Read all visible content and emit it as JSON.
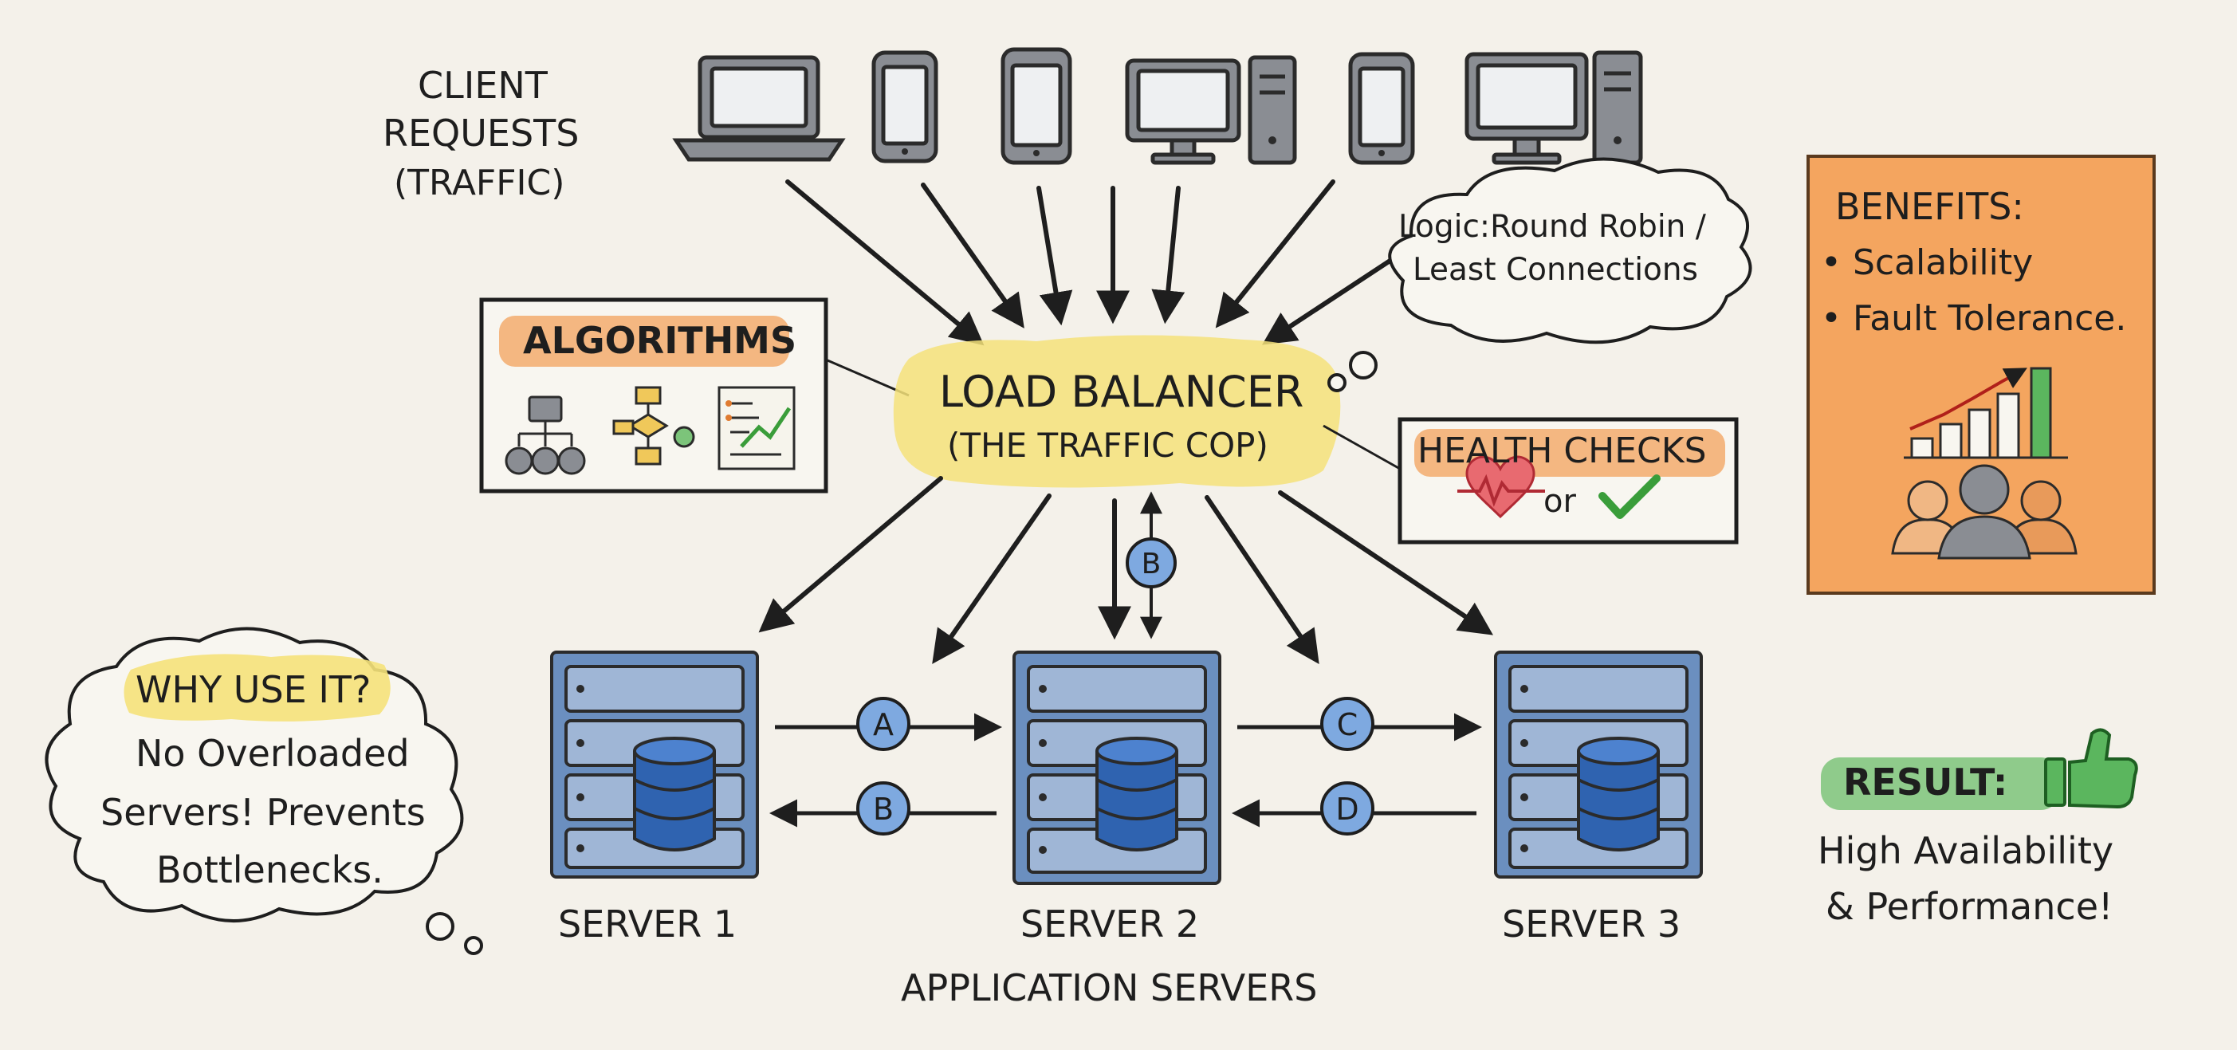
{
  "clients": {
    "label_line1": "CLIENT",
    "label_line2": "REQUESTS",
    "label_line3": "(TRAFFIC)",
    "devices": [
      "laptop",
      "phone",
      "phone",
      "desktop",
      "phone",
      "desktop"
    ]
  },
  "load_balancer": {
    "title": "LOAD BALANCER",
    "subtitle": "(THE TRAFFIC COP)"
  },
  "algorithms": {
    "title": "ALGORITHMS",
    "icons": [
      "hierarchy-icon",
      "flowchart-icon",
      "trend-chart-icon"
    ]
  },
  "logic_bubble": {
    "line1": "Logic:Round Robin /",
    "line2": "Least Connections"
  },
  "health_checks": {
    "title": "HEALTH CHECKS",
    "or_text": "or",
    "icons": [
      "heartbeat-icon",
      "checkmark-icon"
    ]
  },
  "benefits": {
    "title": "BENEFITS:",
    "items": [
      "• Scalability",
      "• Fault Tolerance."
    ],
    "icons": [
      "growth-bar-chart-icon",
      "people-group-icon"
    ]
  },
  "why_use": {
    "title": "WHY USE IT?",
    "line1": "No Overloaded",
    "line2": "Servers! Prevents",
    "line3": "Bottlenecks."
  },
  "servers": {
    "names": [
      "SERVER 1",
      "SERVER 2",
      "SERVER 3"
    ],
    "group_label": "APPLICATION SERVERS"
  },
  "connections": {
    "labels": [
      "A",
      "B",
      "C",
      "D",
      "B"
    ]
  },
  "result": {
    "title": "RESULT:",
    "line1": "High Availability",
    "line2": "& Performance!",
    "icon": "thumbs-up-icon"
  },
  "colors": {
    "background": "#f4f1ea",
    "ink": "#1e1e1e",
    "server_blue": "#6b8fbf",
    "database_blue": "#2f63b0",
    "circle_blue": "#7ea9e0",
    "highlight_yellow": "#f5e27a",
    "highlight_orange": "#f3a25c",
    "highlight_green": "#7cc47a",
    "benefits_orange": "#f4a55f",
    "check_green": "#3a9d3a",
    "heart_red": "#d9434b"
  }
}
